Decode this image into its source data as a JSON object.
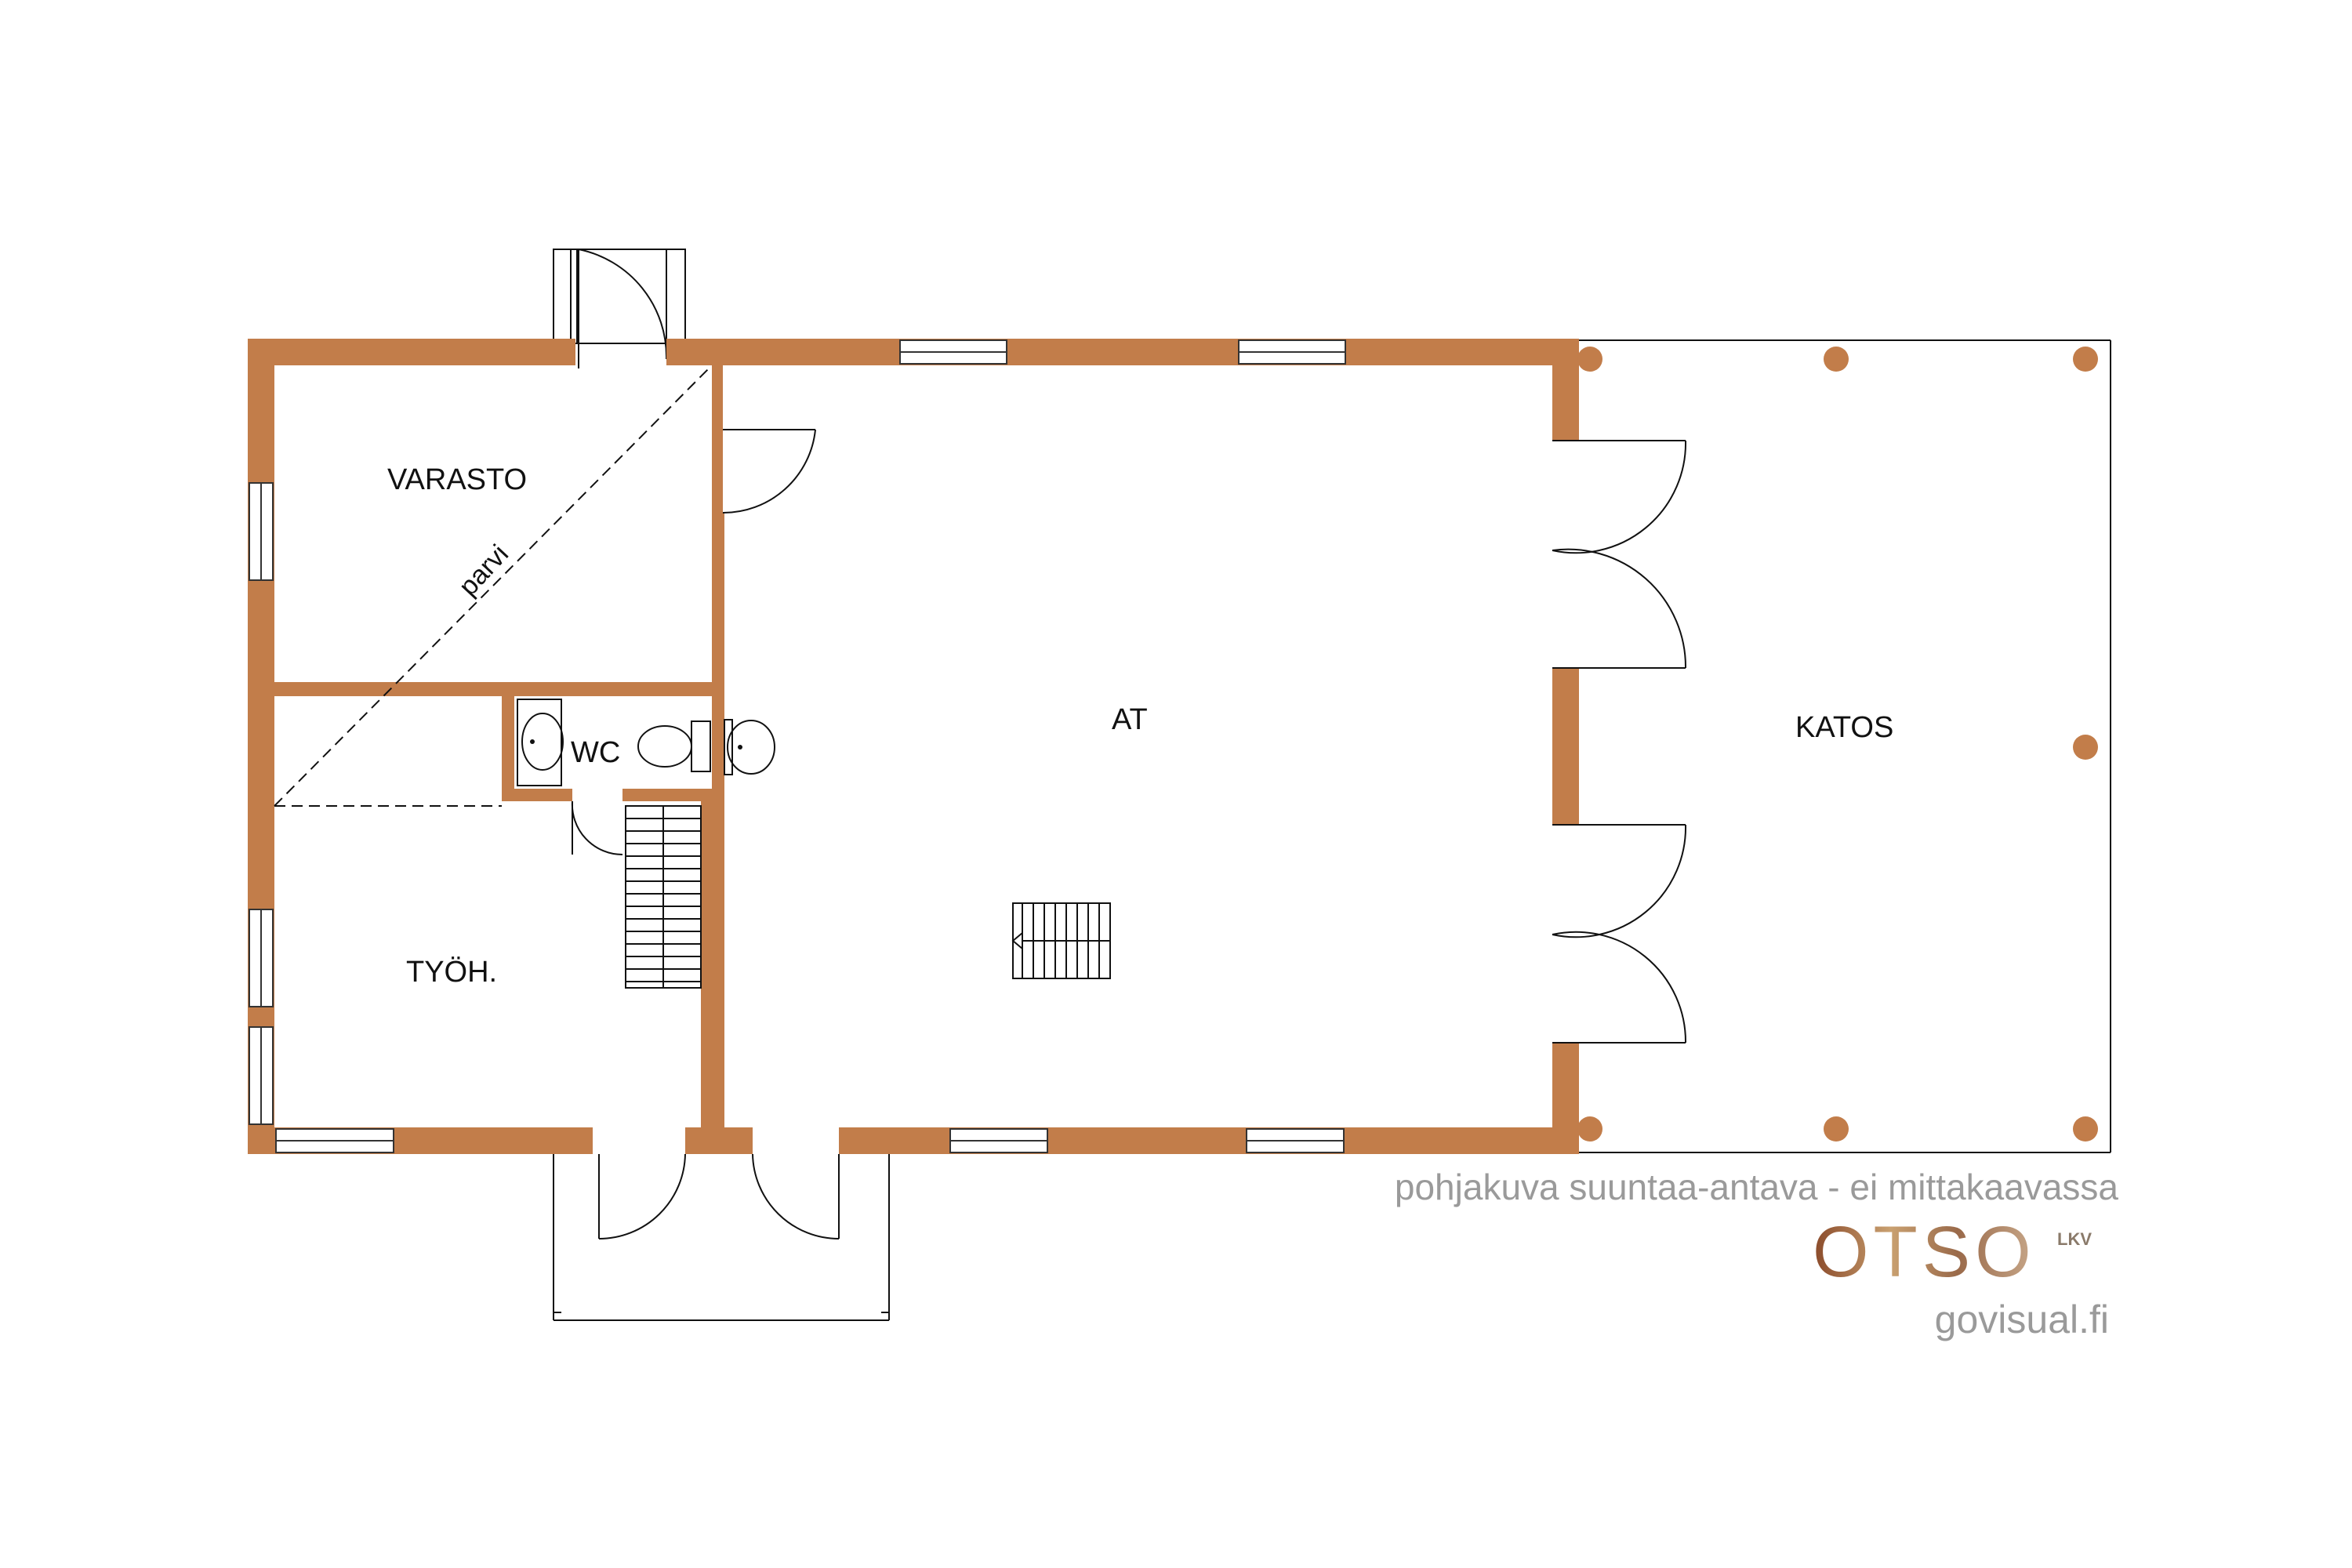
{
  "rooms": {
    "varasto": "VARASTO",
    "parvi": "parvi",
    "wc": "WC",
    "tyoh": "TYÖH.",
    "at": "AT",
    "katos": "KATOS"
  },
  "footer": {
    "note": "pohjakuva suuntaa-antava - ei mittakaavassa",
    "brand": "OTSO",
    "brand_suffix": "LKV",
    "website": "govisual.fi"
  },
  "colors": {
    "wall": "#c27d4a",
    "line": "#111111",
    "note_text": "#9a9a9a"
  }
}
